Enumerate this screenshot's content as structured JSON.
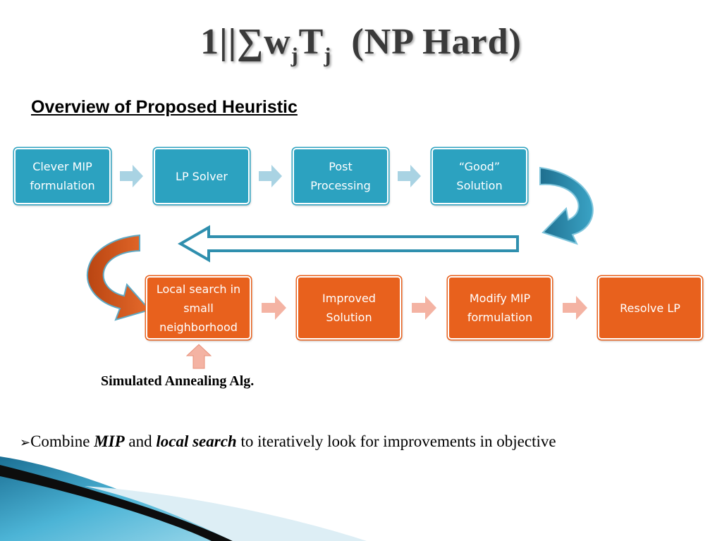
{
  "slide": {
    "title": {
      "prefix": "1||∑w",
      "sub1": "j",
      "mid": "T",
      "sub2": "j",
      "suffix": "  (NP Hard)"
    },
    "heading": "Overview of Proposed Heuristic",
    "row1": [
      {
        "label": "Clever MIP formulation"
      },
      {
        "label": "LP Solver"
      },
      {
        "label": "Post Processing"
      },
      {
        "label": "“Good” Solution"
      }
    ],
    "row2": [
      {
        "label": "Local search in small neighborhood"
      },
      {
        "label": "Improved Solution"
      },
      {
        "label": "Modify MIP formulation"
      },
      {
        "label": "Resolve LP"
      }
    ],
    "caption": "Simulated Annealing Alg.",
    "bullet": {
      "marker": "➢",
      "t1": "Combine ",
      "b1": "MIP",
      "t2": " and ",
      "b2": "local search",
      "t3": " to iteratively look for improvements in objective"
    },
    "colors": {
      "blue": "#2ca2c0",
      "orange": "#e8611d",
      "light_blue_arrow": "#a9d3e3",
      "light_orange_arrow": "#f4b3a3",
      "curved_blue": "#2f8fae",
      "curved_orange": "#c9541b"
    }
  }
}
